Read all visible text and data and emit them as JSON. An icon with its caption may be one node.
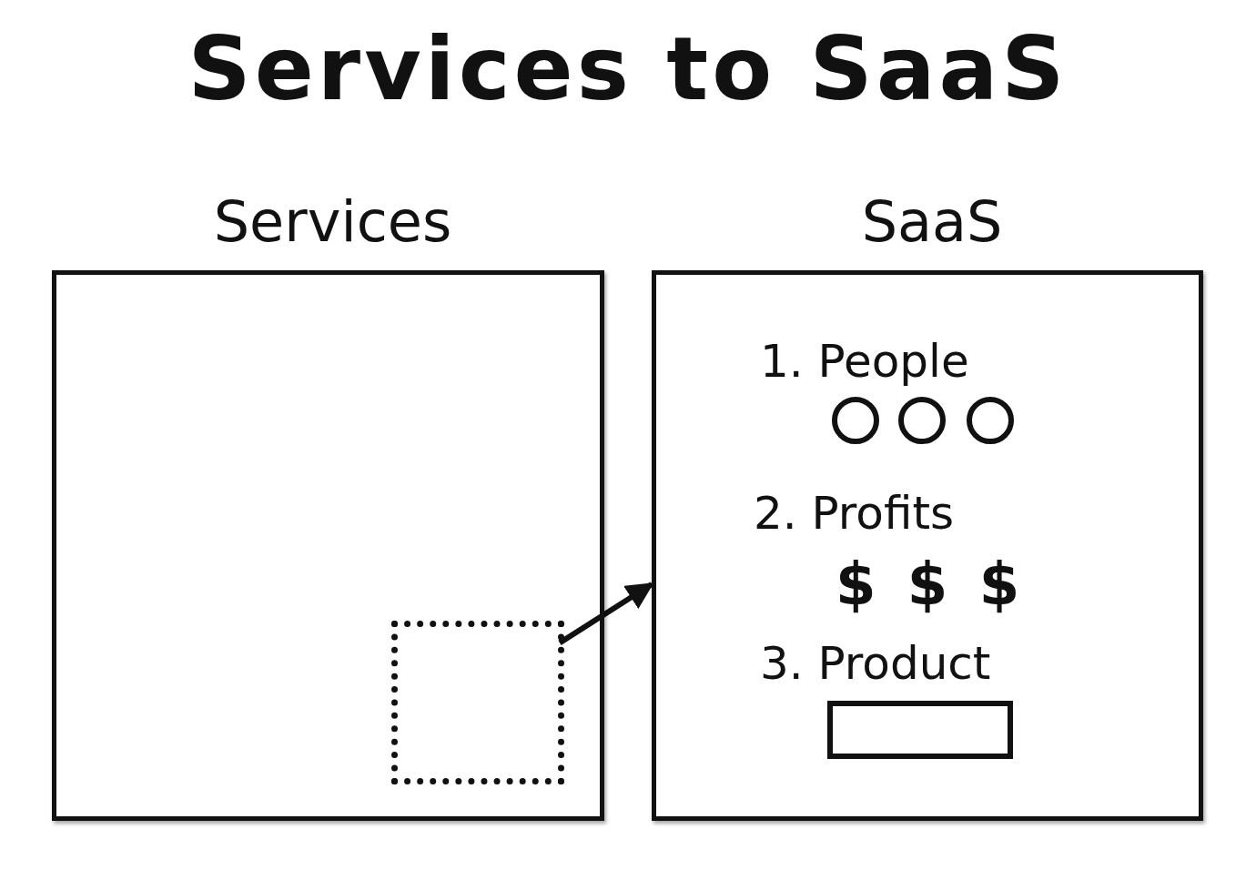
{
  "diagram": {
    "title": "Services to SaaS",
    "nodes": [
      {
        "text": [
          "Services"
        ]
      },
      {
        "text": [],
        "shape": "box",
        "in": 0
      },
      {
        "text": [
          "SaaS"
        ]
      }
    ],
    "edges": [
      {
        "from": 1,
        "to": 2,
        "arrow": "to"
      }
    ],
    "labels": [
      "1. People",
      "2. Profits",
      "$ $ $",
      "3. Product"
    ]
  }
}
